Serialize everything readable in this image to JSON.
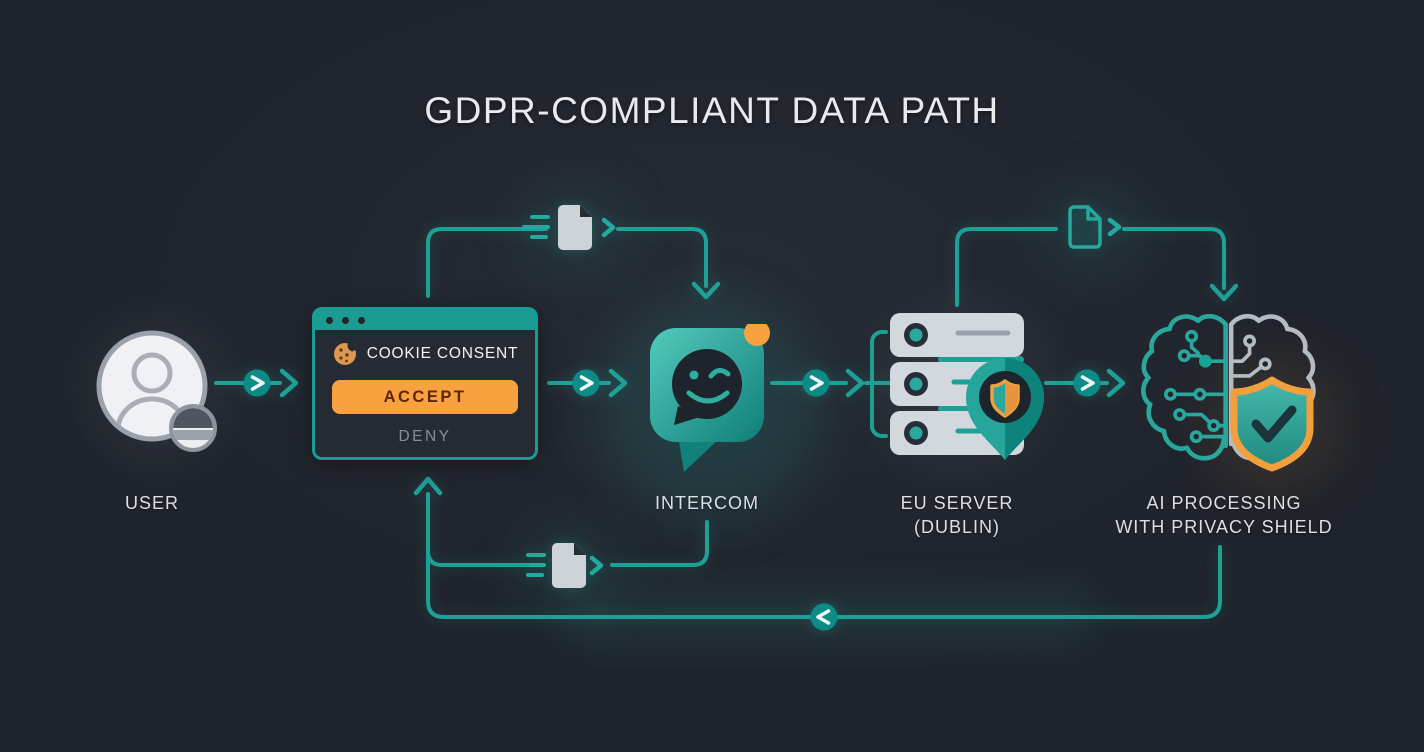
{
  "title": "GDPR-COMPLIANT DATA PATH",
  "colors": {
    "background": "#20242c",
    "flow_teal": "#1fa096",
    "flow_marker_teal": "#0d8c87",
    "dialog_teal": "#1a9c93",
    "accent_orange": "#f7a23f",
    "icon_light_gray": "#d3d8df",
    "label_text": "#dce0e5",
    "muted_text": "#878e98",
    "dark_ink": "#1e242c"
  },
  "nodes": {
    "user": {
      "label": "USER"
    },
    "cookie_dialog": {
      "title": "COOKIE CONSENT",
      "accept_label": "ACCEPT",
      "deny_label": "DENY"
    },
    "intercom": {
      "label": "INTERCOM"
    },
    "eu_server": {
      "label_line1": "EU SERVER",
      "label_line2": "(DUBLIN)"
    },
    "ai_processing": {
      "label_line1": "AI PROCESSING",
      "label_line2": "WITH PRIVACY SHIELD"
    }
  },
  "icons": [
    "user-avatar-icon",
    "user-minus-badge-icon",
    "cookie-icon",
    "window-dots-icon",
    "chat-bubble-wink-icon",
    "notification-dot-icon",
    "server-stack-icon",
    "location-pin-icon",
    "pin-shield-icon",
    "brain-circuit-icon",
    "privacy-shield-icon",
    "check-icon",
    "document-icon",
    "speed-lines-icon",
    "chevron-right-icon",
    "chevron-left-icon",
    "flow-arrow-icon"
  ]
}
